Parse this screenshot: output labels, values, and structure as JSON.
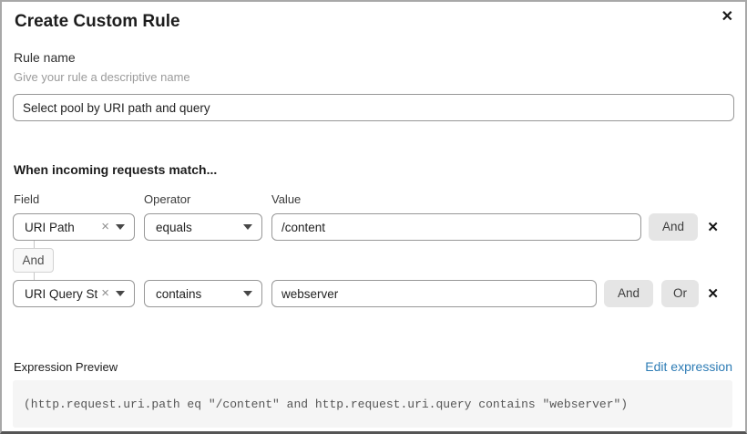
{
  "dialog": {
    "title": "Create Custom Rule",
    "close_icon": "✕"
  },
  "rule_name": {
    "label": "Rule name",
    "helper": "Give your rule a descriptive name",
    "value": "Select pool by URI path and query"
  },
  "matcher": {
    "heading": "When incoming requests match...",
    "columns": {
      "field": "Field",
      "operator": "Operator",
      "value": "Value"
    },
    "connector_label": "And",
    "clear_icon": "×",
    "remove_icon": "✕",
    "rows": [
      {
        "field": "URI Path",
        "operator": "equals",
        "value": "/content",
        "buttons": [
          "And"
        ]
      },
      {
        "field": "URI Query St...",
        "operator": "contains",
        "value": "webserver",
        "buttons": [
          "And",
          "Or"
        ]
      }
    ]
  },
  "expression": {
    "label": "Expression Preview",
    "edit_link": "Edit expression",
    "code": "(http.request.uri.path eq \"/content\" and http.request.uri.query contains \"webserver\")"
  },
  "colors": {
    "link_blue": "#2e7cb5",
    "button_gray": "#e5e5e5",
    "code_background": "#f5f5f5",
    "input_border": "#979797"
  }
}
